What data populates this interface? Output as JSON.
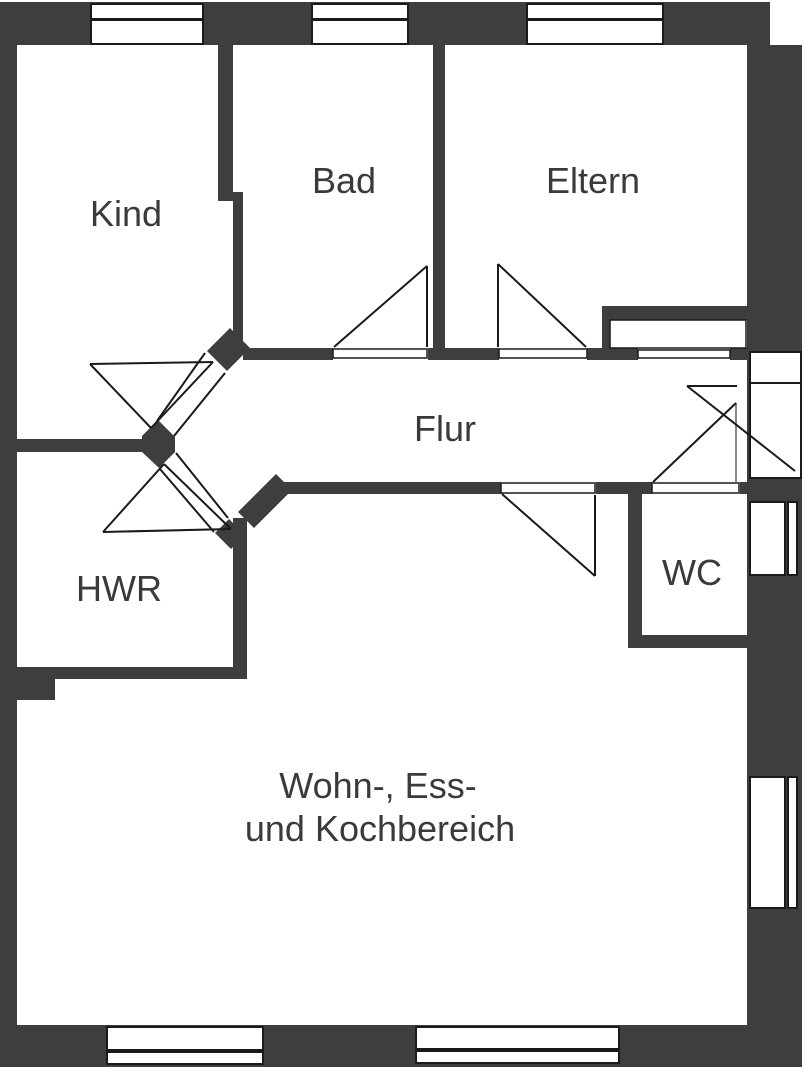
{
  "colors": {
    "wall": "#3e3e3e",
    "line": "#1a1a1a",
    "door_leaf": "#888888",
    "background": "#ffffff",
    "label": "#3a3a3a"
  },
  "rooms": {
    "kind": {
      "label": "Kind"
    },
    "bad": {
      "label": "Bad"
    },
    "eltern": {
      "label": "Eltern"
    },
    "flur": {
      "label": "Flur"
    },
    "hwr": {
      "label": "HWR"
    },
    "wc": {
      "label": "WC"
    },
    "wohn": {
      "label_line1": "Wohn-, Ess-",
      "label_line2": "und Kochbereich"
    }
  }
}
